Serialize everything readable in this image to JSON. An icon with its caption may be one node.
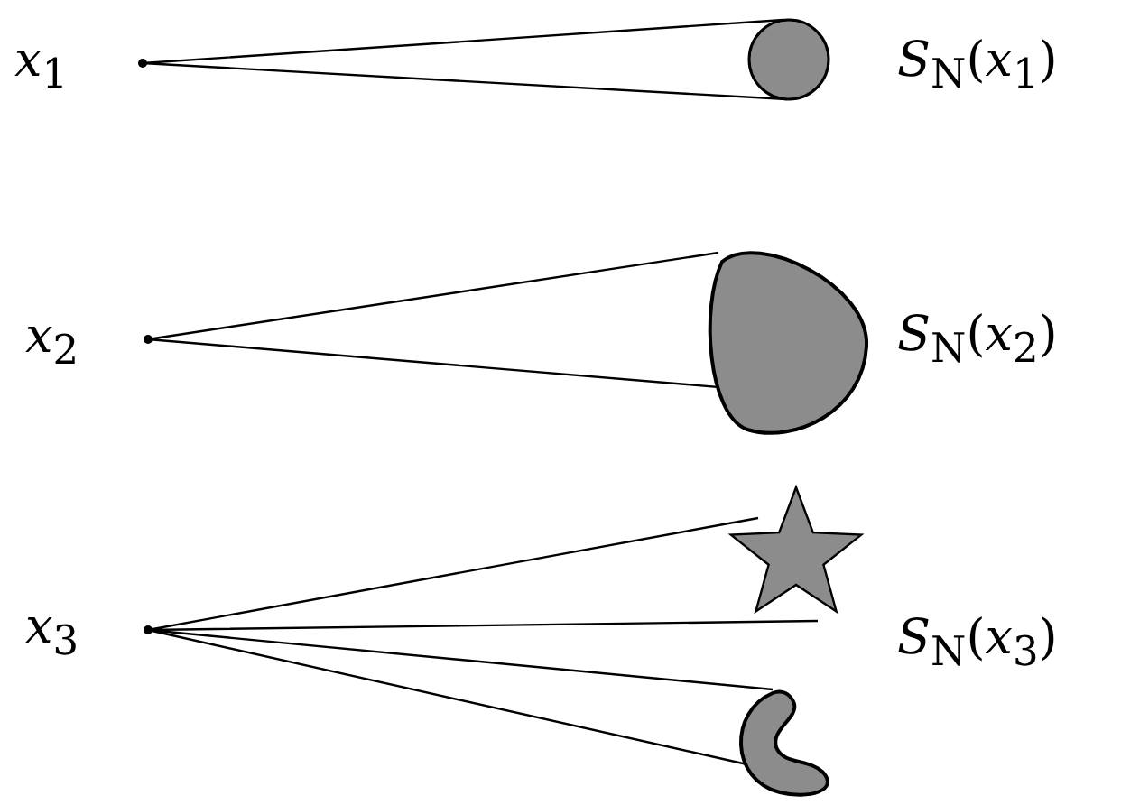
{
  "diagram": {
    "nodes": [
      {
        "text": [],
        "shape": "circle",
        "beside": [
          "*x*$_{1}$"
        ]
      },
      {
        "text": [],
        "shape": "circle",
        "beside": [
          "*S*$_{N}$(*x*$_{1}$)"
        ]
      },
      {
        "text": [],
        "shape": "circle",
        "beside": [
          "*x*$_{2}$"
        ]
      },
      {
        "text": [],
        "shape": "blob",
        "beside": [
          "*S*$_{N}$(*x*$_{2}$)"
        ]
      },
      {
        "text": [],
        "shape": "circle",
        "beside": [
          "*x*$_{3}$"
        ]
      },
      {
        "text": [],
        "shape": "star"
      },
      {
        "text": [],
        "shape": "blob"
      }
    ],
    "edges": [
      {
        "from": 0,
        "to": 1,
        "arrow": "none"
      },
      {
        "from": 2,
        "to": 3,
        "arrow": "none"
      },
      {
        "from": 4,
        "to": 5,
        "arrow": "none"
      },
      {
        "from": 4,
        "to": 6,
        "arrow": "none"
      }
    ],
    "labels": [
      "*S*$_{N}$(*x*$_{3}$)"
    ]
  }
}
